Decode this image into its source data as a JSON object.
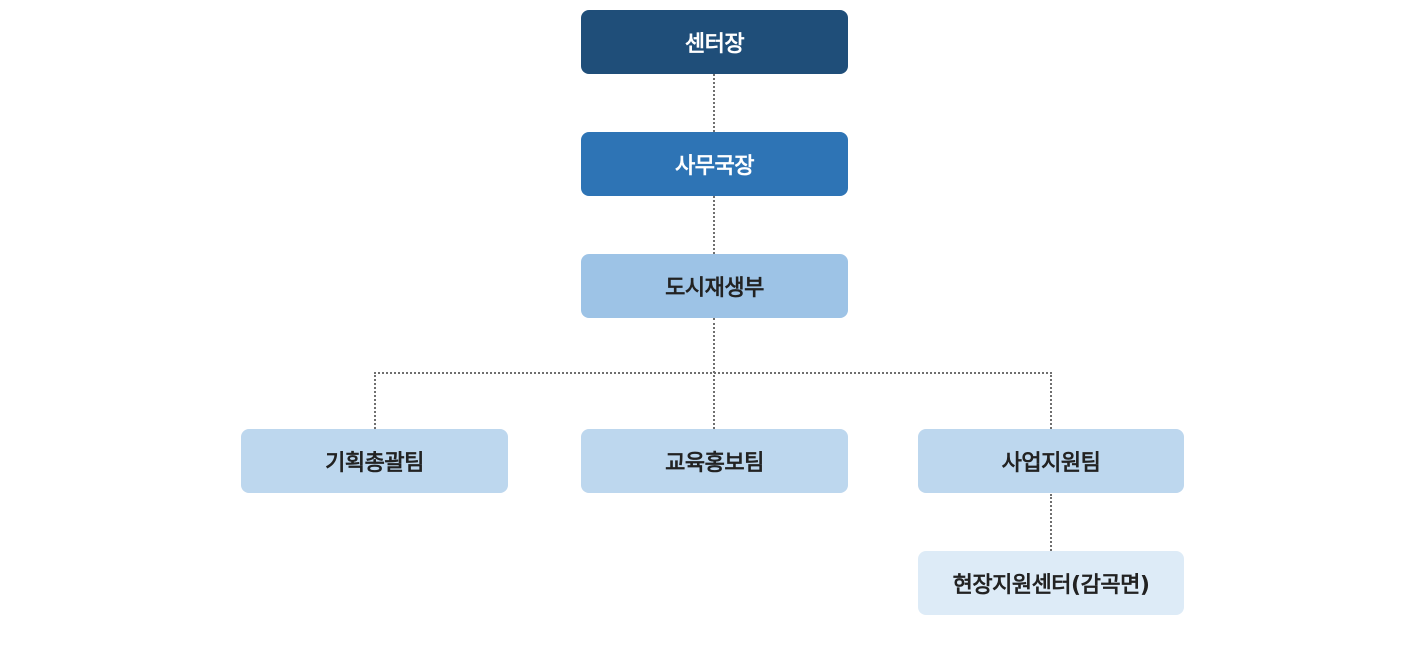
{
  "org_chart": {
    "director": {
      "label": "센터장"
    },
    "secretary_general": {
      "label": "사무국장"
    },
    "department": {
      "label": "도시재생부"
    },
    "teams": [
      {
        "label": "기획총괄팀"
      },
      {
        "label": "교육홍보팀"
      },
      {
        "label": "사업지원팀"
      }
    ],
    "sub_unit": {
      "label": "현장지원센터(감곡면)"
    }
  },
  "colors": {
    "director_bg": "#1f4e79",
    "secretary_bg": "#2e74b5",
    "department_bg": "#9dc3e6",
    "team_bg": "#bdd7ee",
    "sub_unit_bg": "#ddebf7",
    "connector": "#6f6f6f"
  }
}
